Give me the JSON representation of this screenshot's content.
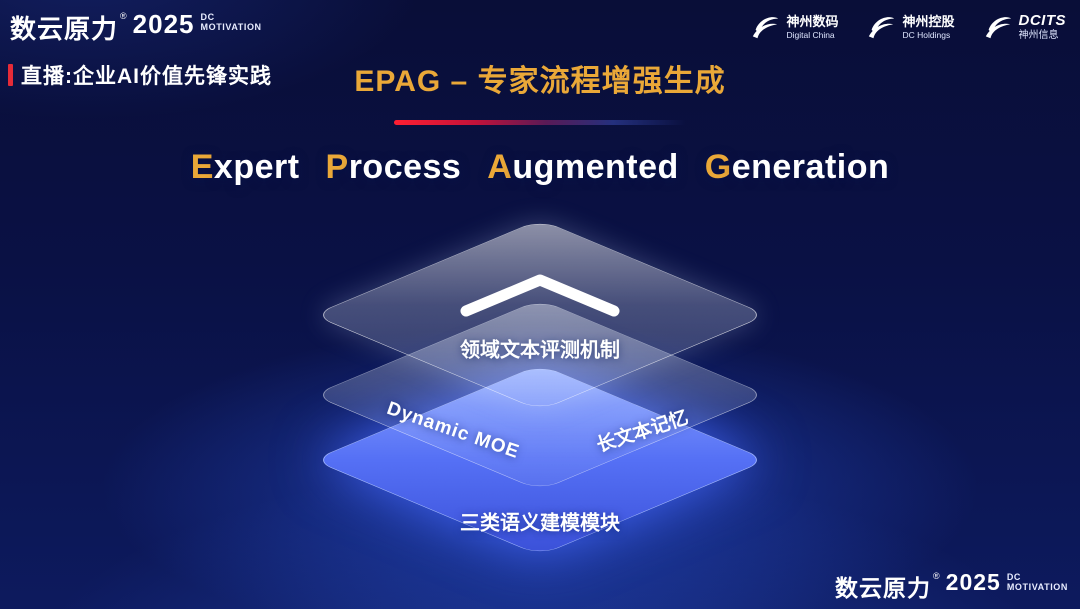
{
  "colors": {
    "accent_gold": "#eaa838",
    "live_red": "#e62b38",
    "bottom_layer_blue": "#5570f5",
    "background_navy": "#0a1145"
  },
  "brand": {
    "name": "数云原力",
    "reg": "®",
    "year": "2025",
    "dc": "DC",
    "motivation": "MOTIVATION"
  },
  "header": {
    "live_label": "直播:企业AI价值先锋实践",
    "logos": [
      {
        "line1": "神州数码",
        "line2": "Digital China"
      },
      {
        "line1": "神州控股",
        "line2": "DC Holdings"
      },
      {
        "line1": "DCITS",
        "line2": "神州信息"
      }
    ]
  },
  "title": "EPAG – 专家流程增强生成",
  "subtitle": {
    "words": [
      {
        "cap": "E",
        "rest": "xpert"
      },
      {
        "cap": "P",
        "rest": "rocess"
      },
      {
        "cap": "A",
        "rest": "ugmented"
      },
      {
        "cap": "G",
        "rest": "eneration"
      }
    ]
  },
  "diagram": {
    "top_layer": {
      "label": "领域文本评测机制"
    },
    "middle_layer": {
      "label_left": "Dynamic MOE",
      "label_right": "长文本记忆"
    },
    "bottom_layer": {
      "label": "三类语义建模模块"
    }
  }
}
